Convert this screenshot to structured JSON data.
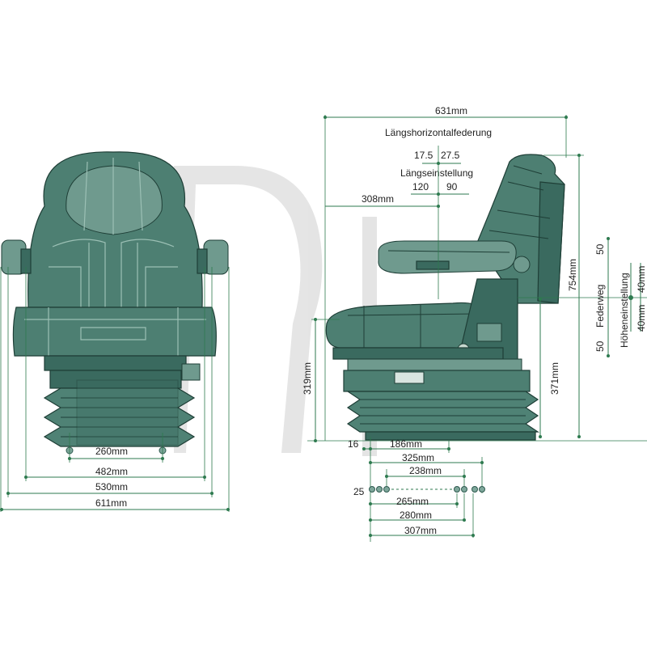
{
  "colors": {
    "seat": "#4d7f72",
    "dimension_lines": "#2e7a4f",
    "watermark": "#c8c8c8"
  },
  "front_view": {
    "mounting_hole_spacing": "260mm",
    "width_482": "482mm",
    "width_530": "530mm",
    "total_width": "611mm"
  },
  "side_view": {
    "total_depth": "631mm",
    "horizontal_suspension_label": "Längshorizontalfederung",
    "horizontal_suspension_back": "17.5",
    "horizontal_suspension_fwd": "27.5",
    "longitudinal_adjust_label": "Längseinstellung",
    "longitudinal_adjust_back": "120",
    "longitudinal_adjust_fwd": "90",
    "depth_to_pivot": "308mm",
    "total_height": "754mm",
    "cushion_height": "319mm",
    "base_height": "371mm",
    "spring_travel_label": "Federweg",
    "spring_travel_up": "50",
    "spring_travel_down": "50",
    "height_adjust_label": "Höheneinstellung",
    "height_adjust_up": "40mm",
    "height_adjust_down": "40mm",
    "offset_16": "16",
    "base_186": "186mm",
    "rail_325": "325mm",
    "rail_238": "238mm",
    "hole_offset": "25",
    "rail_265": "265mm",
    "rail_280": "280mm",
    "rail_307": "307mm"
  }
}
